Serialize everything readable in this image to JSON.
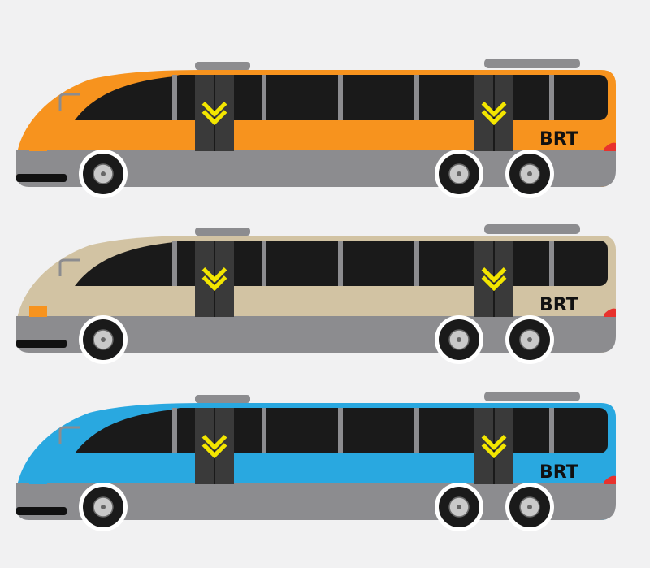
{
  "buses": [
    {
      "label": "BRT",
      "body_color": "#f7931e",
      "roof_color": "#f7931e",
      "nose_color": "#f7931e"
    },
    {
      "label": "BRT",
      "body_color": "#d2c3a3",
      "roof_color": "#d2c3a3",
      "nose_color": "#f7931e"
    },
    {
      "label": "BRT",
      "body_color": "#29a8e0",
      "roof_color": "#29a8e0",
      "nose_color": "#29a8e0"
    }
  ],
  "colors": {
    "background": "#f1f1f2",
    "window": "#1a1a1a",
    "skirt": "#8c8c8f",
    "door": "#3a3a3a",
    "chevron": "#f3e600",
    "tail_light": "#e8322d",
    "hub": "#c9c9c9"
  }
}
